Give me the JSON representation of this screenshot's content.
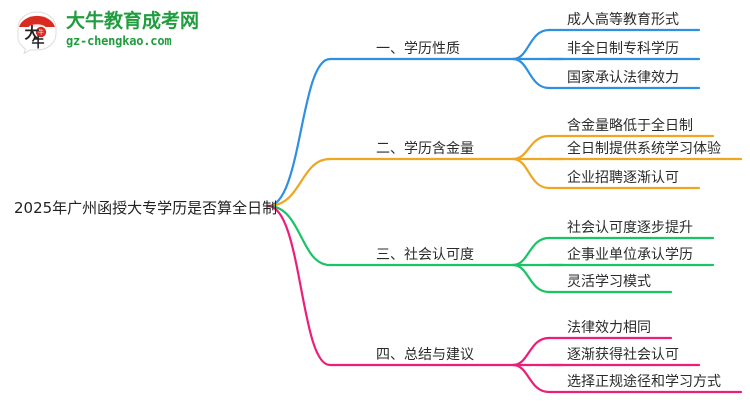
{
  "logo": {
    "name": "大牛教育成考网",
    "domain": "gz-chengkao.com",
    "mark_text": "大牛",
    "brand_color": "#1f9d3f",
    "mark_accent_color": "#d92b20"
  },
  "mindmap": {
    "root": {
      "label": "2025年广州函授大专学历是否算全日制"
    },
    "branches": [
      {
        "label": "一、学历性质",
        "color": "#2f8fe0",
        "children": [
          {
            "label": "成人高等教育形式"
          },
          {
            "label": "非全日制专科学历"
          },
          {
            "label": "国家承认法律效力"
          }
        ]
      },
      {
        "label": "二、学历含金量",
        "color": "#eda722",
        "children": [
          {
            "label": "含金量略低于全日制"
          },
          {
            "label": "全日制提供系统学习体验"
          },
          {
            "label": "企业招聘逐渐认可"
          }
        ]
      },
      {
        "label": "三、社会认可度",
        "color": "#18c464",
        "children": [
          {
            "label": "社会认可度逐步提升"
          },
          {
            "label": "企事业单位承认学历"
          },
          {
            "label": "灵活学习模式"
          }
        ]
      },
      {
        "label": "四、总结与建议",
        "color": "#ec1e79",
        "children": [
          {
            "label": "法律效力相同"
          },
          {
            "label": "逐渐获得社会认可"
          },
          {
            "label": "选择正规途径和学习方式"
          }
        ]
      }
    ]
  }
}
